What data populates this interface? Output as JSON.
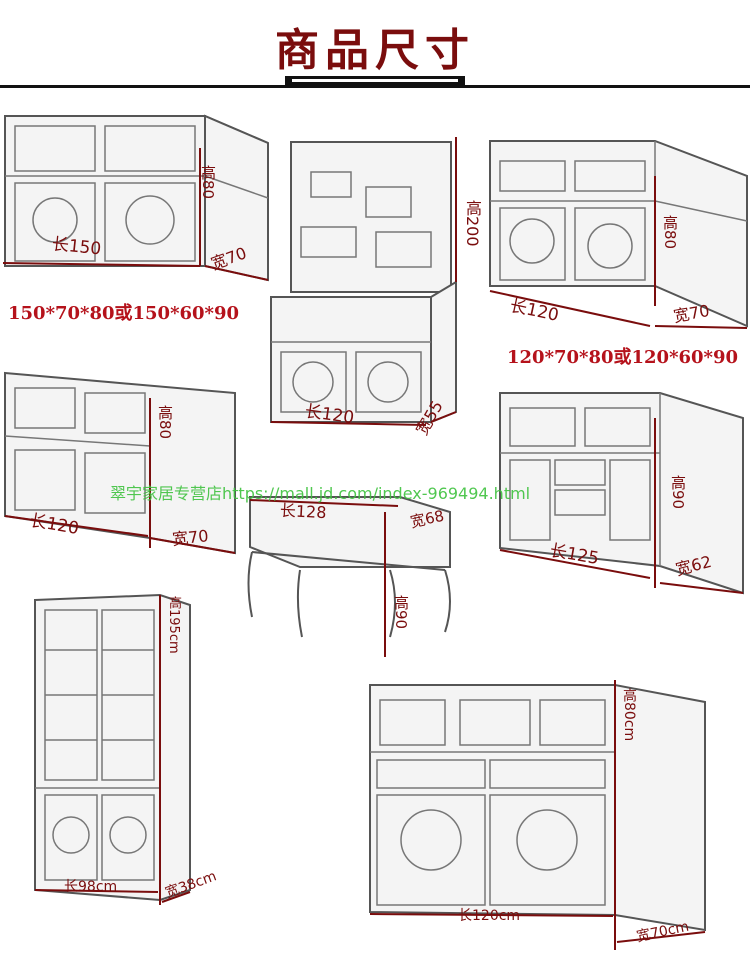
{
  "title": "商品尺寸",
  "watermark": "翠宇家居专营店https://mall.jd.com/index-969494.html",
  "colors": {
    "title": "#7a0d0d",
    "dimension": "#7a0d0d",
    "spec": "#b5121b",
    "watermark": "#3ec23e",
    "sketch": "#555555"
  },
  "items": [
    {
      "id": "cabinet-1",
      "length": "长150",
      "height": "高80",
      "width": "宽70",
      "spec": "150*70*80或150*60*90"
    },
    {
      "id": "cabinet-2",
      "length": "长120",
      "height": "高200",
      "width": "宽55"
    },
    {
      "id": "cabinet-3",
      "length": "长120",
      "height": "高80",
      "width": "宽70",
      "spec": "120*70*80或120*60*90"
    },
    {
      "id": "cabinet-4",
      "length": "长120",
      "height": "高80",
      "width": "宽70"
    },
    {
      "id": "cabinet-5",
      "length": "长128",
      "height": "高90",
      "width": "宽68"
    },
    {
      "id": "cabinet-6",
      "length": "长125",
      "height": "高90",
      "width": "宽62"
    },
    {
      "id": "cabinet-7",
      "length": "长98cm",
      "height": "高195cm",
      "width": "宽38cm"
    },
    {
      "id": "cabinet-8",
      "length": "长120cm",
      "height": "高80cm",
      "width": "宽70cm"
    }
  ]
}
